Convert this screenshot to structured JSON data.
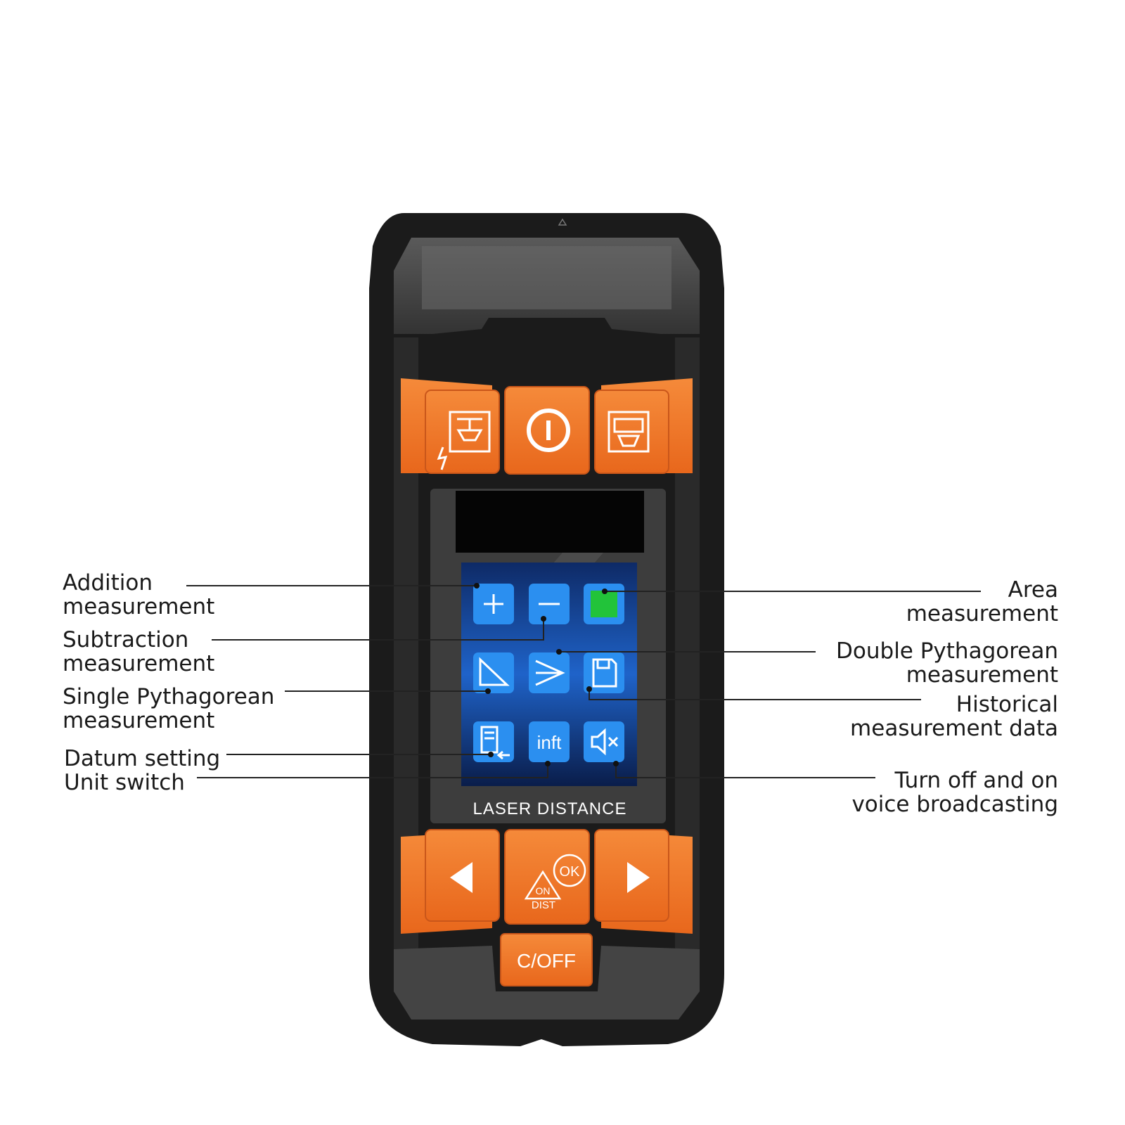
{
  "device": {
    "screen_icons": [
      {
        "name": "plus-icon",
        "label": ""
      },
      {
        "name": "minus-icon",
        "label": ""
      },
      {
        "name": "area-icon",
        "label": ""
      },
      {
        "name": "single-pythagorean-icon",
        "label": ""
      },
      {
        "name": "double-pythagorean-icon",
        "label": ""
      },
      {
        "name": "history-floppy-icon",
        "label": ""
      },
      {
        "name": "datum-icon",
        "label": ""
      },
      {
        "name": "unit-icon",
        "label": "inft"
      },
      {
        "name": "mute-speaker-icon",
        "label": ""
      }
    ],
    "brand_text": "LASER DISTANCE",
    "ok_label": "OK",
    "on_label": "ON",
    "dist_label": "DIST",
    "coff_label": "C/OFF",
    "colors": {
      "body": "#1b1b1b",
      "bezel": "#3a3a3a",
      "orange": "#f07a2a",
      "screen_blue": "#1f63c9",
      "icon_blue": "#2b8ff0",
      "area_green": "#22c33a"
    }
  },
  "callouts": {
    "left": [
      {
        "line1": "Addition",
        "line2": "measurement"
      },
      {
        "line1": "Subtraction",
        "line2": "measurement"
      },
      {
        "line1": "Single Pythagorean",
        "line2": "measurement"
      },
      {
        "line1": "Datum setting",
        "line2": ""
      },
      {
        "line1": "Unit switch",
        "line2": ""
      }
    ],
    "right": [
      {
        "line1": "Area",
        "line2": "measurement"
      },
      {
        "line1": "Double Pythagorean",
        "line2": "measurement"
      },
      {
        "line1": "Historical",
        "line2": "measurement data"
      },
      {
        "line1": "Turn off and on",
        "line2": "voice broadcasting"
      }
    ]
  }
}
